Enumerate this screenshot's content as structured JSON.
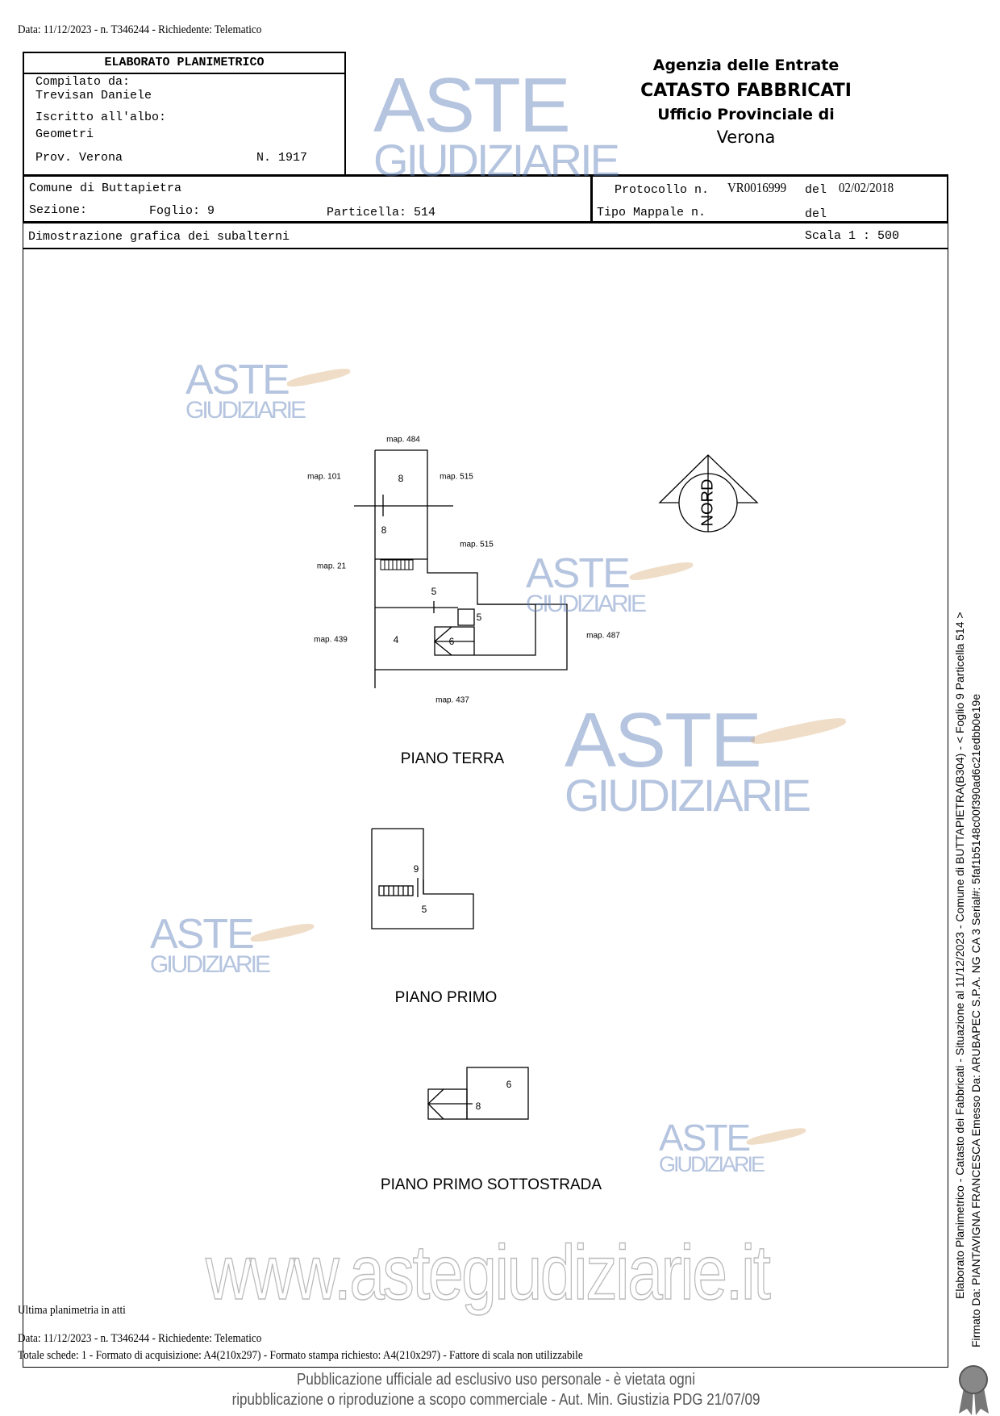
{
  "header_line": "Data: 11/12/2023 - n. T346244 - Richiedente: Telematico",
  "form": {
    "title": "ELABORATO PLANIMETRICO",
    "compiled_by_label": "Compilato da:",
    "compiled_by": "Trevisan Daniele",
    "registered_label": "Iscritto all'albo:",
    "registered": "Geometri",
    "province": "Prov. Verona",
    "number": "N. 1917"
  },
  "agency": {
    "line1": "Agenzia delle Entrate",
    "line2": "CATASTO FABBRICATI",
    "line3": "Ufficio Provinciale di",
    "line4": "Verona"
  },
  "cadastre": {
    "comune": "Comune di Buttapietra",
    "sezione": "Sezione:",
    "foglio": "Foglio: 9",
    "particella": "Particella: 514",
    "protocollo_label": "Protocollo n.",
    "protocollo": "VR0016999",
    "del_label": "del",
    "protocollo_date": "02/02/2018",
    "tipo_mappale": "Tipo Mappale n.",
    "del2": "del",
    "description": "Dimostrazione grafica dei subalterni",
    "scale": "Scala 1 : 500"
  },
  "plan": {
    "ground": {
      "title": "PIANO TERRA",
      "labels": [
        "map. 484",
        "map. 101",
        "map. 515",
        "map. 515",
        "map. 21",
        "map. 439",
        "map. 487",
        "map. 437"
      ],
      "numbers": [
        "8",
        "8",
        "5",
        "5",
        "4",
        "6"
      ],
      "north": "NORD"
    },
    "first": {
      "title": "PIANO PRIMO",
      "numbers": [
        "9",
        "5"
      ]
    },
    "basement": {
      "title": "PIANO PRIMO SOTTOSTRADA",
      "numbers": [
        "6",
        "8"
      ]
    }
  },
  "footer": {
    "last_plan": "Ultima planimetria in atti",
    "data_line": "Data: 11/12/2023 - n. T346244 - Richiedente: Telematico",
    "totals": "Totale schede: 1 - Formato di acquisizione: A4(210x297) - Formato stampa richiesto: A4(210x297) - Fattore di scala non utilizzabile"
  },
  "side_text": {
    "line1": "Elaborato Planimetrico - Catasto dei Fabbricati - Situazione al 11/12/2023 - Comune di BUTTAPIETRA(B304) - < Foglio 9 Particella 514 >",
    "line2": "Firmato Da: PIANTAVIGNA FRANCESCA Emesso Da: ARUBAPEC S.P.A. NG CA 3 Serial#: 5faf1b5148c00f390ad6c21edbb0e19e"
  },
  "watermark": {
    "brand_top": "ASTE",
    "brand_bottom": "GIUDIZIARIE",
    "url": "www.astegiudiziarie.it",
    "notice1": "Pubblicazione ufficiale ad esclusivo uso personale - è vietata ogni",
    "notice2": "ripubblicazione o riproduzione a scopo commerciale - Aut. Min. Giustizia PDG 21/07/09"
  }
}
